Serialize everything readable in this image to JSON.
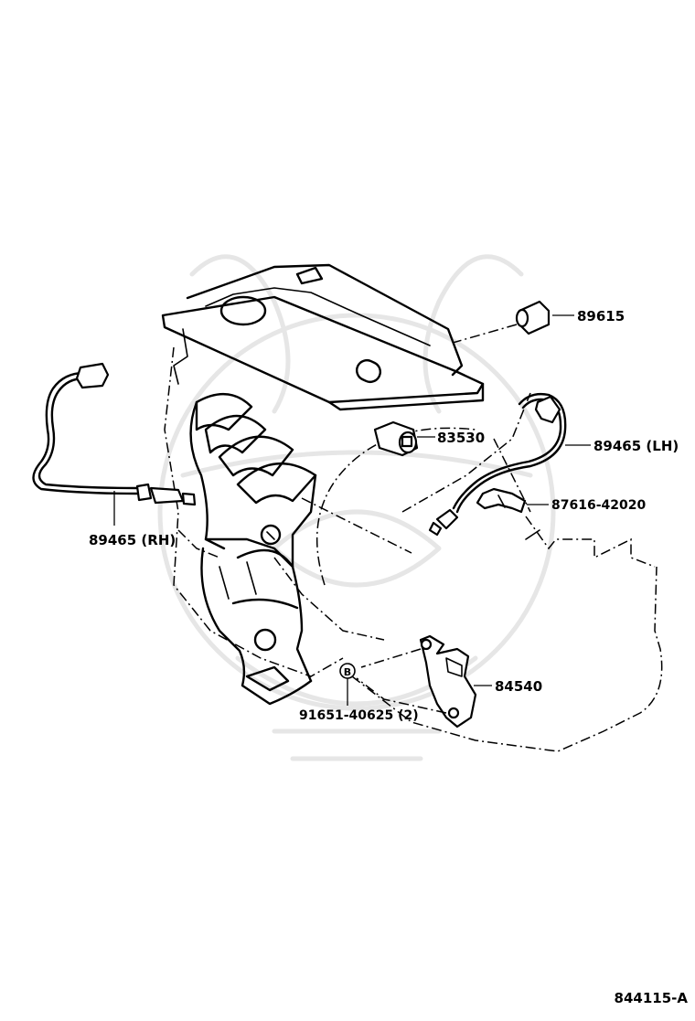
{
  "diagram": {
    "code": "844115-A",
    "callouts": [
      {
        "id": "89615",
        "text": "89615"
      },
      {
        "id": "83530",
        "text": "83530"
      },
      {
        "id": "89465-lh",
        "text": "89465 (LH)"
      },
      {
        "id": "87616",
        "text": "87616-42020"
      },
      {
        "id": "89465-rh",
        "text": "89465 (RH)"
      },
      {
        "id": "84540",
        "text": "84540"
      },
      {
        "id": "91651",
        "text": "91651-40625 (2)"
      }
    ],
    "ref_marker": "B"
  }
}
